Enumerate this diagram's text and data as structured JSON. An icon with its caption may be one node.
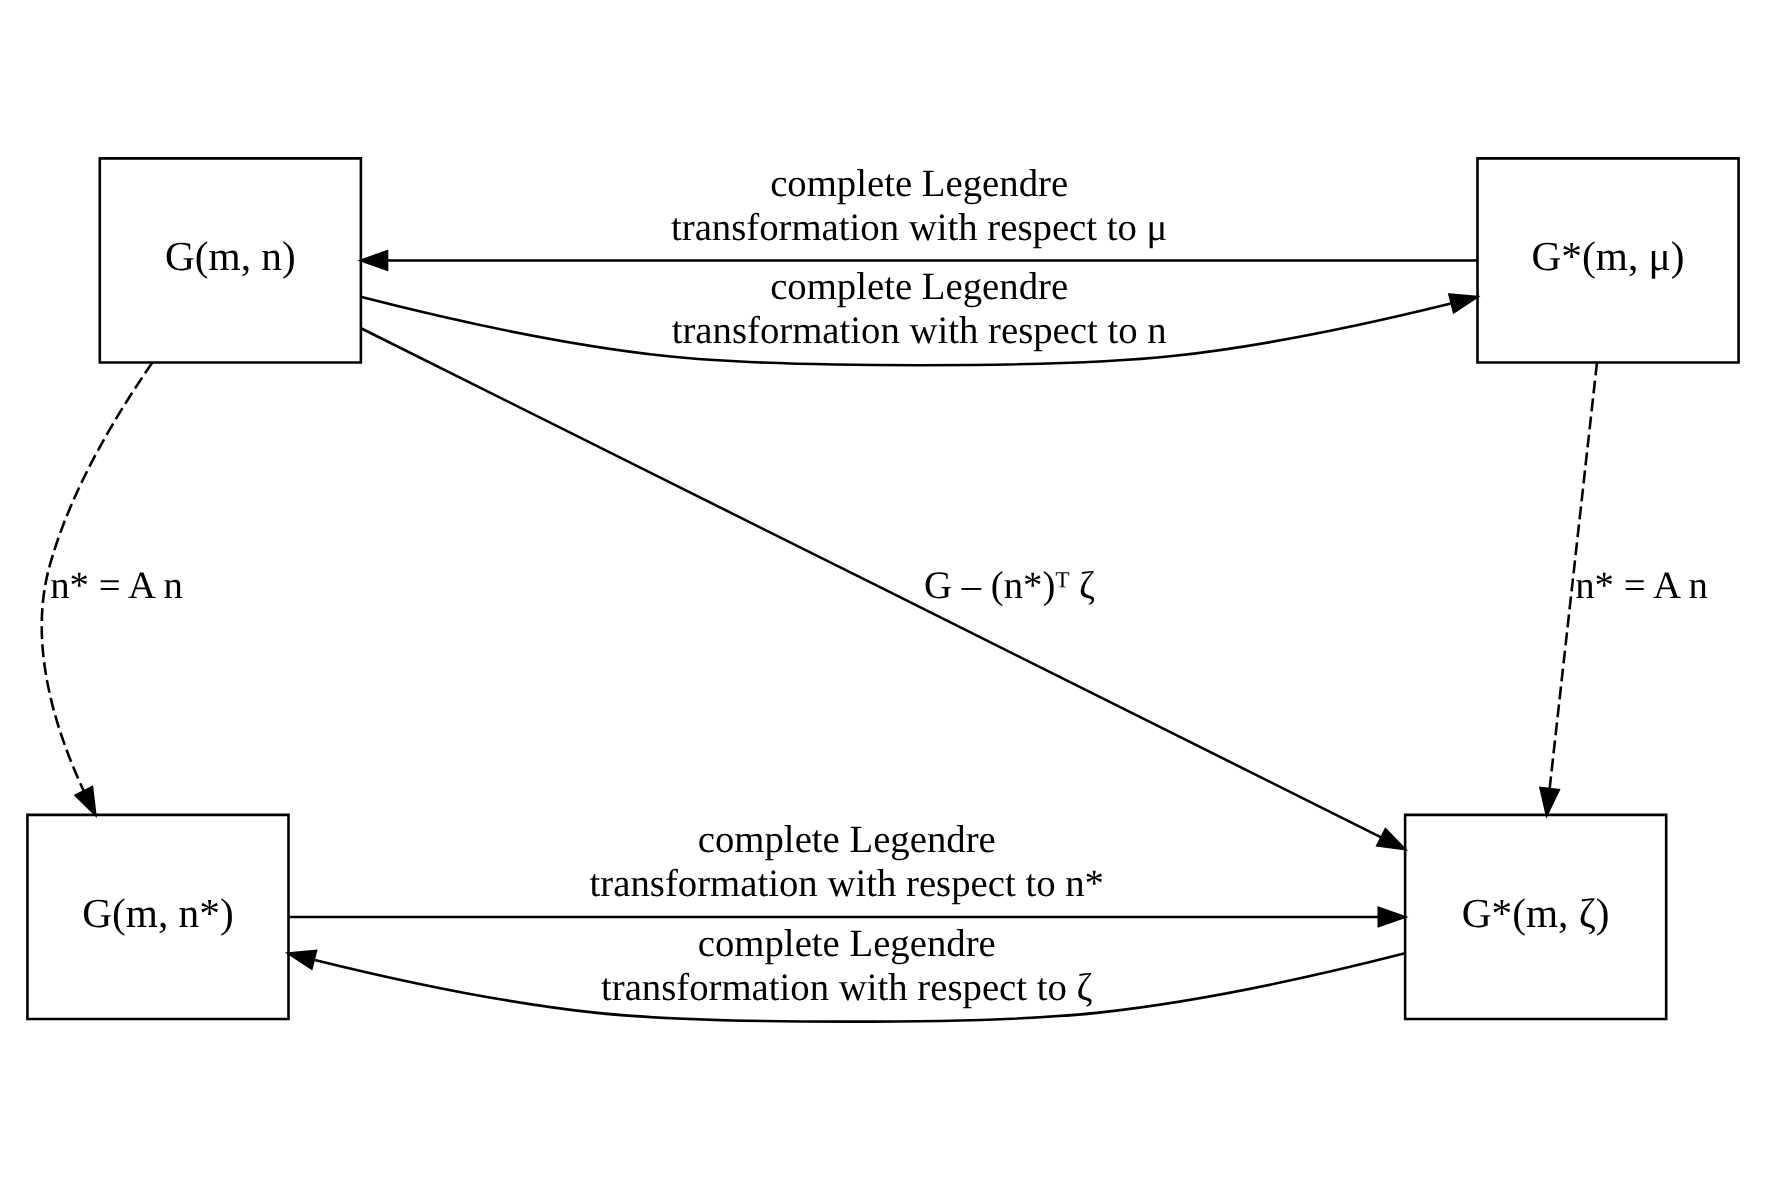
{
  "diagram": {
    "nodes": [
      {
        "text": [
          "G(m, n)"
        ]
      },
      {
        "text": [
          "G*(m, μ)"
        ]
      },
      {
        "text": [
          "G(m, n*)"
        ]
      },
      {
        "text": [
          "G*(m, ζ)"
        ]
      }
    ],
    "edges": [
      {
        "from": 0,
        "to": 1,
        "arrow": "to",
        "label": "complete Legendre transformation with respect to n"
      },
      {
        "from": 1,
        "to": 0,
        "arrow": "to",
        "label": "complete Legendre transformation with respect to μ"
      },
      {
        "from": 0,
        "to": 2,
        "arrow": "to",
        "style": "dashed",
        "label": "n* = A n"
      },
      {
        "from": 0,
        "to": 3,
        "arrow": "to",
        "label": "G – (n*)ᵀ ζ"
      },
      {
        "from": 1,
        "to": 3,
        "arrow": "to",
        "style": "dashed",
        "label": "n* = A n"
      },
      {
        "from": 3,
        "to": 2,
        "arrow": "to",
        "label": "complete Legendre transformation with respect to ζ"
      },
      {
        "from": 2,
        "to": 3,
        "arrow": "to",
        "label": "complete Legendre transformation with respect to n*"
      }
    ]
  }
}
